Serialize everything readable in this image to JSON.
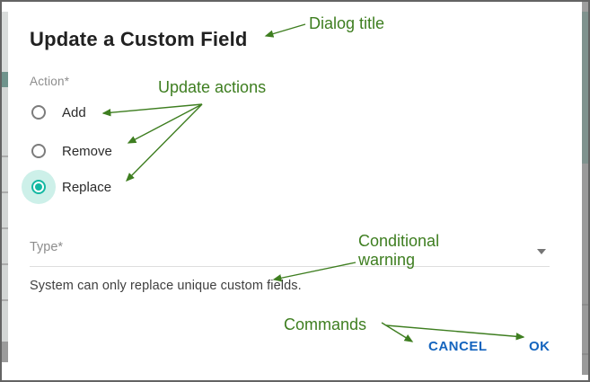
{
  "dialog": {
    "title": "Update a Custom Field",
    "action_field": {
      "label": "Action*",
      "options": [
        {
          "label": "Add",
          "selected": false
        },
        {
          "label": "Remove",
          "selected": false
        },
        {
          "label": "Replace",
          "selected": true
        }
      ]
    },
    "type_field": {
      "label": "Type*",
      "value": "",
      "dropdown_icon": "caret-down"
    },
    "warning_text": "System can only replace unique custom fields.",
    "commands": {
      "cancel_label": "CANCEL",
      "ok_label": "OK"
    }
  },
  "annotations": {
    "dialog_title_label": "Dialog title",
    "update_actions_label": "Update actions",
    "conditional_warning_label": "Conditional warning",
    "commands_label": "Commands"
  },
  "colors": {
    "annotation_green": "#3e7e20",
    "radio_selected": "#14b8a2",
    "radio_halo": "#cdf0e9",
    "button_blue": "#1464be",
    "title_text": "#212121",
    "muted_label": "#8d8d8d",
    "warning_text_color": "#3f3f3f"
  }
}
